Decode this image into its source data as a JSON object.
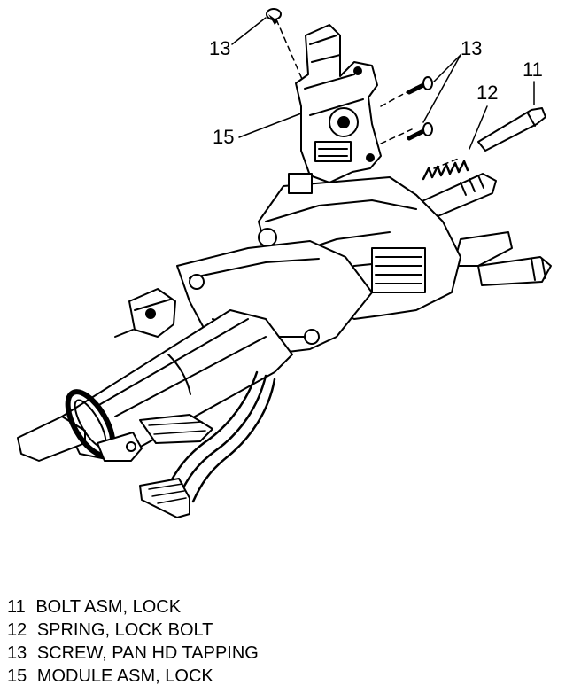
{
  "callouts": {
    "c13_top": "13",
    "c13_right": "13",
    "c11": "11",
    "c12": "12",
    "c15": "15"
  },
  "legend": [
    {
      "num": "11",
      "text": "BOLT ASM, LOCK"
    },
    {
      "num": "12",
      "text": "SPRING, LOCK BOLT"
    },
    {
      "num": "13",
      "text": "SCREW, PAN HD TAPPING"
    },
    {
      "num": "15",
      "text": "MODULE ASM, LOCK"
    }
  ]
}
